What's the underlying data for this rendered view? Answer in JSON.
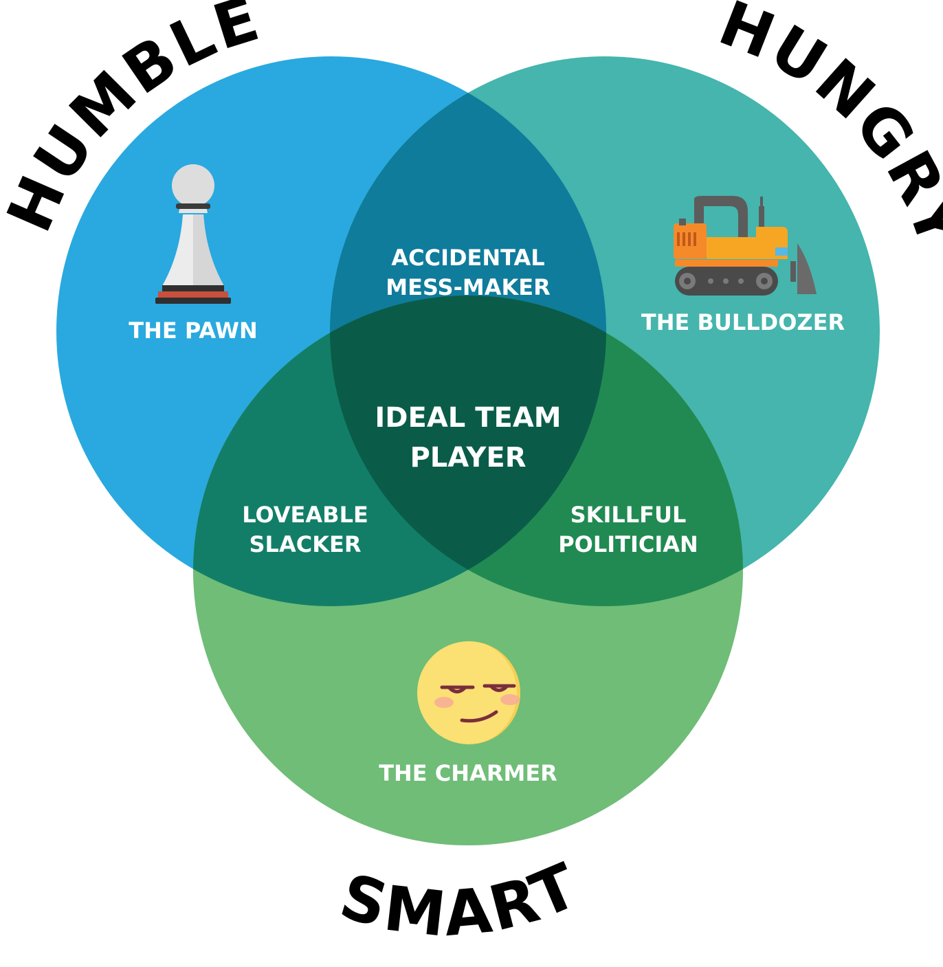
{
  "titles": {
    "humble": "HUMBLE",
    "hungry": "HUNGRY",
    "smart": "SMART"
  },
  "regions": {
    "humble_only": "THE PAWN",
    "hungry_only": "THE BULLDOZER",
    "smart_only": "THE CHARMER",
    "humble_hungry": [
      "ACCIDENTAL",
      "MESS-MAKER"
    ],
    "humble_smart": [
      "LOVEABLE",
      "SLACKER"
    ],
    "hungry_smart": [
      "SKILLFUL",
      "POLITICIAN"
    ],
    "center": [
      "IDEAL TEAM",
      "PLAYER"
    ]
  },
  "icons": {
    "humble": "chess-pawn-icon",
    "hungry": "bulldozer-icon",
    "smart": "smirking-face-icon"
  },
  "colors": {
    "humble": "#29a9df",
    "hungry": "#45b5ad",
    "smart": "#6fbd77",
    "humble_hungry": "#0f7c9c",
    "humble_smart": "#137e68",
    "hungry_smart": "#218a52",
    "center": "#0a5c49"
  }
}
